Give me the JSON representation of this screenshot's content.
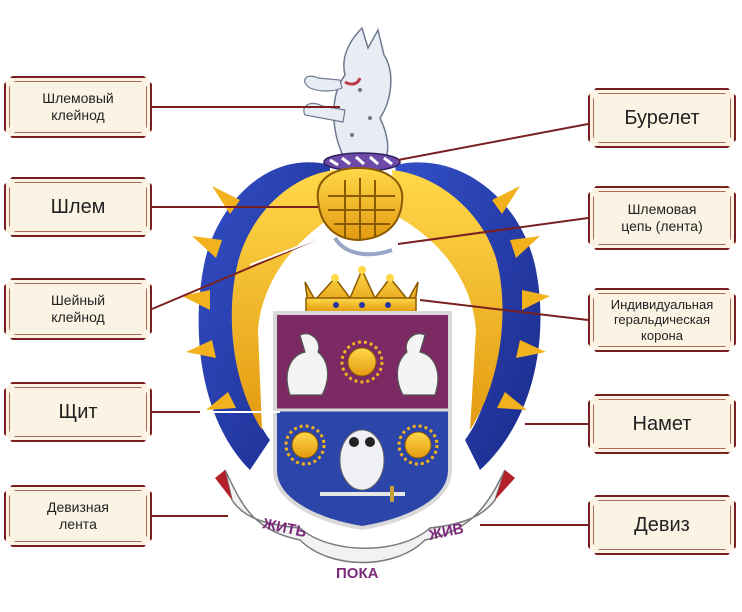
{
  "labels": {
    "helmet_crest": "Шлемовый клейнод",
    "helmet": "Шлем",
    "neck_crest": "Шейный клейнод",
    "shield": "Щит",
    "motto_ribbon": "Девизная лента",
    "burelet": "Бурелет",
    "helmet_chain": "Шлемовая цепь (лента)",
    "individual_crown": "Индивидуальная геральдическая корона",
    "mantling": "Намет",
    "motto": "Девиз"
  },
  "motto_words": [
    "ЖИТЬ",
    "ПОКА",
    "ЖИВ"
  ],
  "colors": {
    "frame": "#7a1f1f",
    "label_bg": "#fbf3e4",
    "shield_top": "#7b2a63",
    "shield_bottom": "#2b45a8",
    "mantling_blue": "#2536a0",
    "mantling_gold": "#f2b21e",
    "ribbon_red": "#b3202a",
    "motto_text": "#7b2a7a"
  }
}
